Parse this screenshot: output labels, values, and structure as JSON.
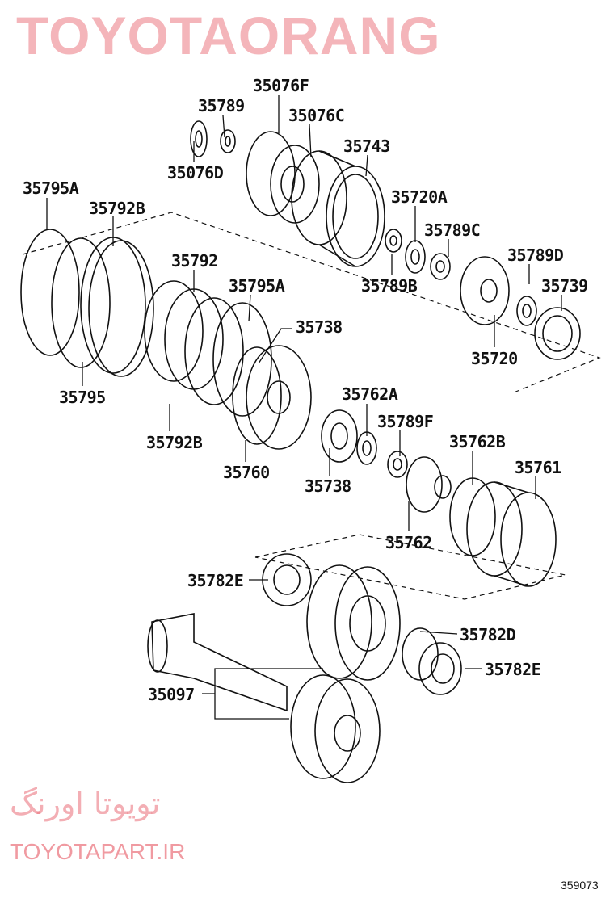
{
  "labels": [
    "35076F",
    "35789",
    "35076C",
    "35743",
    "35076D",
    "35795A",
    "35792B",
    "35720A",
    "35789C",
    "35792",
    "35789D",
    "35795A",
    "35789B",
    "35739",
    "35738",
    "35720",
    "35795",
    "35762A",
    "35789F",
    "35792B",
    "35762B",
    "35761",
    "35760",
    "35738",
    "35762",
    "35782E",
    "35782D",
    "35782E",
    "35097"
  ],
  "watermark": {
    "brand": "TOYOTAORANG",
    "url": "TOYOTAPART.IR",
    "persian": "تویوتا اورنگ"
  },
  "diagram_code": "359073"
}
